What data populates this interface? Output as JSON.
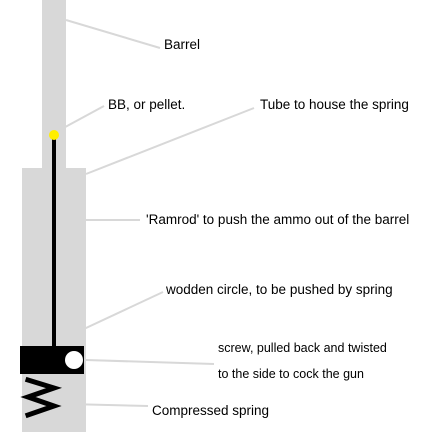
{
  "colors": {
    "background": "#ffffff",
    "tube": "#d8d8d8",
    "leader_line": "#d8d8d8",
    "ramrod": "#000000",
    "bb": "#ffee00",
    "plug": "#000000",
    "screw": "#ffffff",
    "spring": "#000000",
    "text": "#000000"
  },
  "labels": {
    "barrel": "Barrel",
    "bb": "BB, or pellet.",
    "tube": "Tube to house the spring",
    "ramrod": "'Ramrod' to push the ammo out of the barrel",
    "wooden_circle": "wodden circle, to be pushed by spring",
    "screw_line1": "screw, pulled back and twisted",
    "screw_line2": "to the side to cock the gun",
    "spring": "Compressed spring"
  }
}
